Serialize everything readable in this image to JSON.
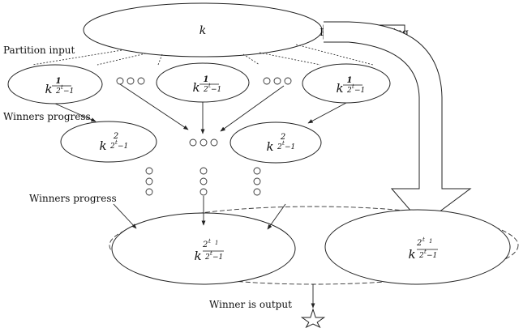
{
  "labels": {
    "k": "k",
    "random_sampling": "Random sampling",
    "partition_input": "Partition input",
    "winners_progress_1": "Winners progress",
    "winners_progress_2": "Winners progress",
    "winner_output": "Winner is output"
  },
  "partition_nodes": [
    {
      "base": "k",
      "num": "1",
      "den": "2",
      "den_exp": "t",
      "den_tail": "−1"
    },
    {
      "base": "k",
      "num": "1",
      "den": "2",
      "den_exp": "t",
      "den_tail": "−1"
    },
    {
      "base": "k",
      "num": "1",
      "den": "2",
      "den_exp": "t",
      "den_tail": "−1"
    }
  ],
  "progress_nodes": [
    {
      "base": "k",
      "num": "2",
      "den": "2",
      "den_exp": "t",
      "den_tail": "−1"
    },
    {
      "base": "k",
      "num": "2",
      "den": "2",
      "den_exp": "t",
      "den_tail": "−1"
    }
  ],
  "final_nodes": [
    {
      "base": "k",
      "num": "2",
      "num_exp": "t",
      "num_tail": "1",
      "den": "2",
      "den_exp": "t",
      "den_tail": "−1"
    },
    {
      "base": "k",
      "num": "2",
      "num_exp": "t",
      "num_tail": "1",
      "den": "2",
      "den_exp": "t",
      "den_tail": "−1"
    }
  ],
  "colors": {
    "stroke": "#222222",
    "background": "#ffffff"
  }
}
